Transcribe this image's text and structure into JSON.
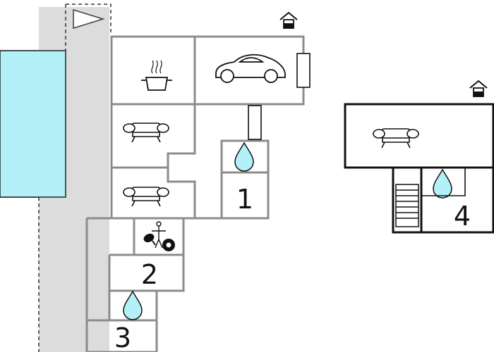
{
  "colors": {
    "pool": "#b3f0f7",
    "pool_stroke": "#222222",
    "path": "#dcdcdc",
    "wall_grey": "#8c8c8c",
    "wall_dark": "#111111",
    "water": "#b3f0f7",
    "background": "#ffffff"
  },
  "room_labels": {
    "bath_1": "1",
    "room_2": "2",
    "bath_3": "3",
    "bath_4": "4"
  },
  "icons": [
    "north-arrow-icon",
    "house-entrance-icon",
    "cooking-pot-icon",
    "car-icon",
    "sofa-icon",
    "water-drop-icon",
    "table-tennis-icon",
    "billiard-ball-icon",
    "staircase-icon"
  ]
}
